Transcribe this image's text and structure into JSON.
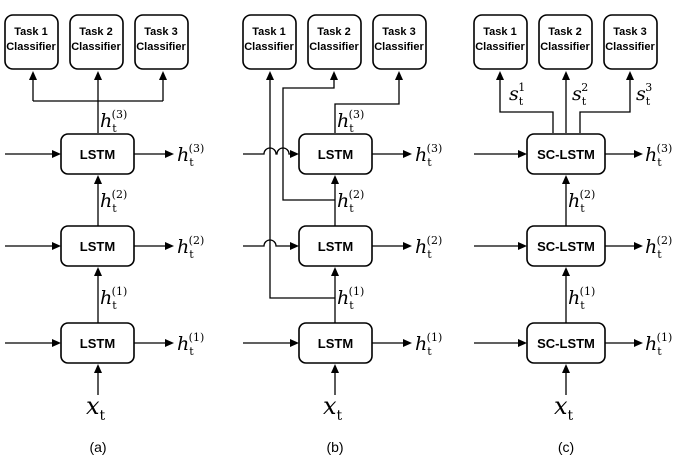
{
  "panels": [
    {
      "caption": "(a)",
      "tasks": [
        {
          "line1": "Task 1",
          "line2": "Classifier"
        },
        {
          "line1": "Task 2",
          "line2": "Classifier"
        },
        {
          "line1": "Task 3",
          "line2": "Classifier"
        }
      ],
      "cells": [
        "LSTM",
        "LSTM",
        "LSTM"
      ],
      "states": [
        {
          "base": "h",
          "sub": "t",
          "sup": "(1)"
        },
        {
          "base": "h",
          "sub": "t",
          "sup": "(2)"
        },
        {
          "base": "h",
          "sub": "t",
          "sup": "(3)"
        }
      ],
      "input": {
        "base": "x",
        "sub": "t"
      }
    },
    {
      "caption": "(b)",
      "tasks": [
        {
          "line1": "Task 1",
          "line2": "Classifier"
        },
        {
          "line1": "Task 2",
          "line2": "Classifier"
        },
        {
          "line1": "Task 3",
          "line2": "Classifier"
        }
      ],
      "cells": [
        "LSTM",
        "LSTM",
        "LSTM"
      ],
      "states": [
        {
          "base": "h",
          "sub": "t",
          "sup": "(1)"
        },
        {
          "base": "h",
          "sub": "t",
          "sup": "(2)"
        },
        {
          "base": "h",
          "sub": "t",
          "sup": "(3)"
        }
      ],
      "input": {
        "base": "x",
        "sub": "t"
      }
    },
    {
      "caption": "(c)",
      "tasks": [
        {
          "line1": "Task 1",
          "line2": "Classifier"
        },
        {
          "line1": "Task 2",
          "line2": "Classifier"
        },
        {
          "line1": "Task 3",
          "line2": "Classifier"
        }
      ],
      "cells": [
        "SC-LSTM",
        "SC-LSTM",
        "SC-LSTM"
      ],
      "states": [
        {
          "base": "h",
          "sub": "t",
          "sup": "(1)"
        },
        {
          "base": "h",
          "sub": "t",
          "sup": "(2)"
        },
        {
          "base": "h",
          "sub": "t",
          "sup": "(3)"
        }
      ],
      "skips": [
        {
          "base": "s",
          "sub": "t",
          "sup": "1"
        },
        {
          "base": "s",
          "sub": "t",
          "sup": "2"
        },
        {
          "base": "s",
          "sub": "t",
          "sup": "3"
        }
      ],
      "input": {
        "base": "x",
        "sub": "t"
      }
    }
  ]
}
